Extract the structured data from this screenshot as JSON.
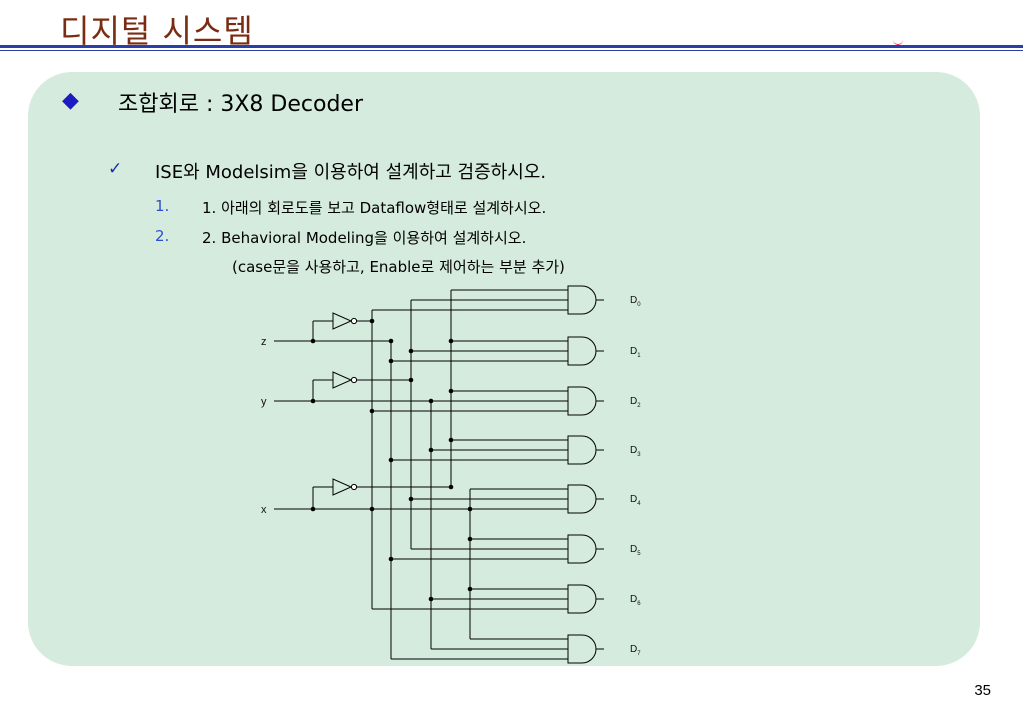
{
  "slide": {
    "title": "디지털 시스템",
    "heading": "조합회로 : 3X8 Decoder",
    "task": "ISE와 Modelsim을 이용하여 설계하고 검증하시오.",
    "steps": [
      {
        "marker": "1.",
        "text": "1. 아래의 회로도를 보고 Dataflow형태로 설계하시오."
      },
      {
        "marker": "2.",
        "text": "2. Behavioral Modeling을 이용하여 설계하시오."
      }
    ],
    "note": "(case문을 사용하고, Enable로 제어하는 부분 추가)",
    "page_number": "35"
  },
  "circuit": {
    "inputs": [
      "z",
      "y",
      "x"
    ],
    "outputs": [
      {
        "letter": "D",
        "sub": "0"
      },
      {
        "letter": "D",
        "sub": "1"
      },
      {
        "letter": "D",
        "sub": "2"
      },
      {
        "letter": "D",
        "sub": "3"
      },
      {
        "letter": "D",
        "sub": "4"
      },
      {
        "letter": "D",
        "sub": "5"
      },
      {
        "letter": "D",
        "sub": "6"
      },
      {
        "letter": "D",
        "sub": "7"
      }
    ]
  },
  "colors": {
    "title": "#7a2c12",
    "rule": "#2b3ea8",
    "panel": "#d5ebdd",
    "bullet": "#1c1cc0",
    "step_marker": "#2c4fd0"
  },
  "icons": {
    "bullet": "diamond-icon",
    "task_bullet": "checkmark-icon"
  }
}
